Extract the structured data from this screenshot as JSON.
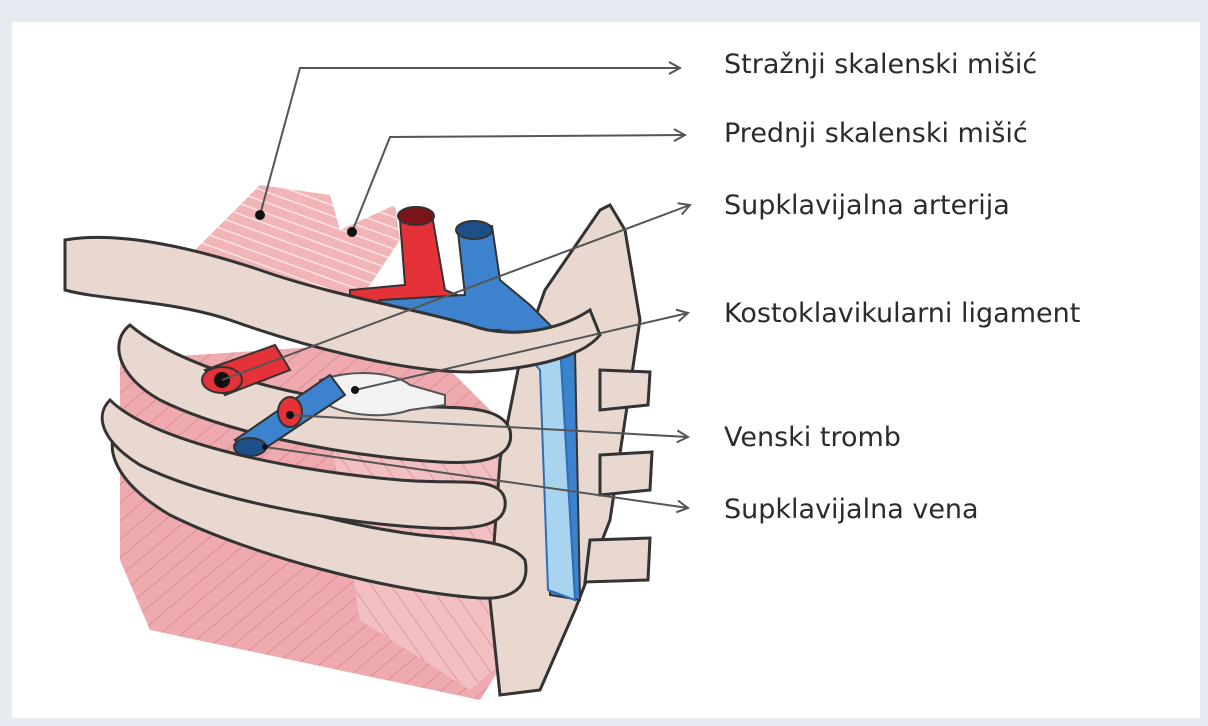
{
  "labels": [
    {
      "id": "posterior-scalene",
      "text": "Stražnji skalenski mišić"
    },
    {
      "id": "anterior-scalene",
      "text": "Prednji skalenski mišić"
    },
    {
      "id": "subclavian-artery",
      "text": "Supklavijalna arterija"
    },
    {
      "id": "costoclavicular-ligament",
      "text": "Kostoklavikularni ligament"
    },
    {
      "id": "venous-thrombus",
      "text": "Venski tromb"
    },
    {
      "id": "subclavian-vein",
      "text": "Supklavijalna vena"
    }
  ],
  "colors": {
    "bone": "#e8d8cf",
    "muscle": "#eeaaae",
    "artery": "#e53238",
    "vein": "#3d82cc",
    "vein_light": "#a9d4ef",
    "ligament": "#f2f2f2",
    "outline": "#333333"
  }
}
